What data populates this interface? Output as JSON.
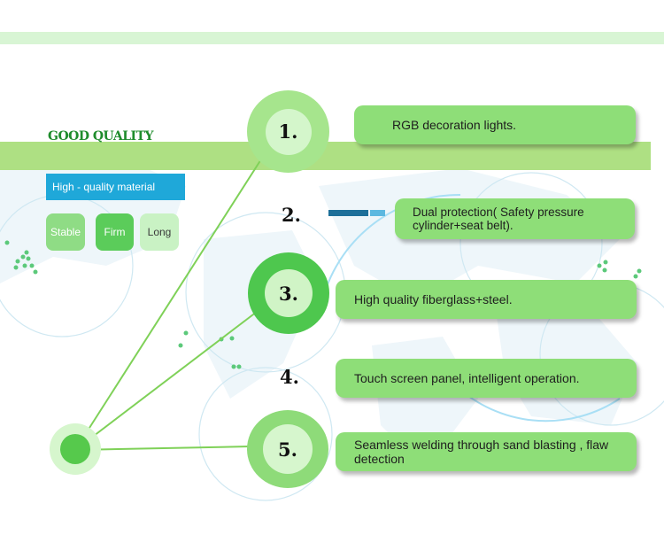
{
  "header": {
    "title": "GOOD QUALITY",
    "material_label": "High - quality material"
  },
  "chips": [
    {
      "label": "Stable"
    },
    {
      "label": "Firm"
    },
    {
      "label": "Long"
    }
  ],
  "features": [
    {
      "number": "1.",
      "text": "RGB decoration lights."
    },
    {
      "number": "2.",
      "text": "Dual protection( Safety pressure cylinder+seat belt)."
    },
    {
      "number": "3.",
      "text": "High quality fiberglass+steel."
    },
    {
      "number": "4.",
      "text": "Touch screen panel, intelligent operation."
    },
    {
      "number": "5.",
      "text": "Seamless welding through sand blasting , flaw detection"
    }
  ],
  "colors": {
    "accent_green": "#8ede78",
    "bar_green": "#aee083",
    "tag_blue": "#1fa8d9",
    "title_green": "#1f8c2c"
  }
}
